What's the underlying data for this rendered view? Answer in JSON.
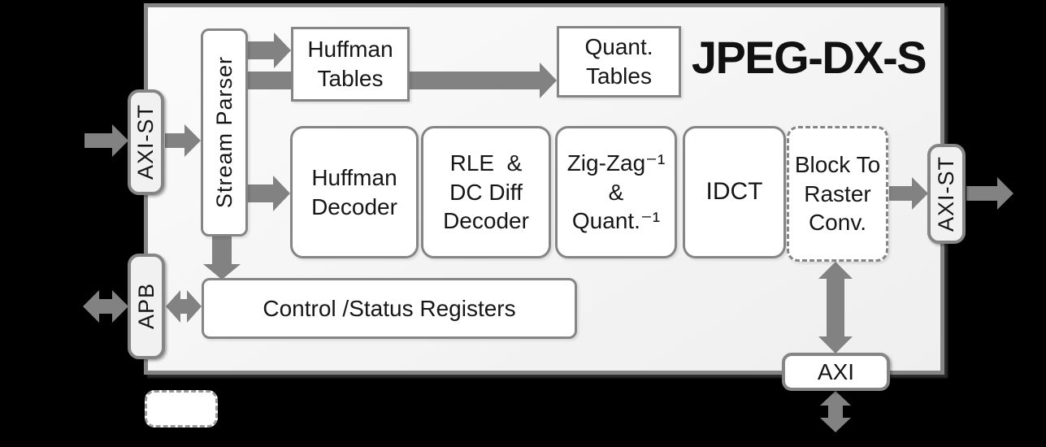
{
  "diagram": {
    "title": "JPEG-DX-S",
    "ports": {
      "axi_st_in": {
        "label": "AXI-ST"
      },
      "apb": {
        "label": "APB"
      },
      "axi_st_out": {
        "label": "AXI-ST"
      },
      "axi_mem": {
        "label": "AXI"
      }
    },
    "blocks": {
      "stream_parser": {
        "label": "Stream Parser"
      },
      "huffman_tables": {
        "label": "Huffman\nTables"
      },
      "quant_tables": {
        "label": "Quant.\nTables"
      },
      "huffman_decoder": {
        "label": "Huffman\nDecoder"
      },
      "rle_dc_diff_decoder": {
        "label": "RLE  &\nDC Diff\nDecoder"
      },
      "inverse_zigzag_quant": {
        "label": "Zig-Zag⁻¹\n&\nQuant.⁻¹"
      },
      "idct": {
        "label": "IDCT"
      },
      "block_to_raster_conv": {
        "label": "Block To\nRaster\nConv."
      },
      "control_status_registers": {
        "label": "Control /Status Registers"
      }
    },
    "colors": {
      "background": "#000000",
      "chip_fill": "#f4f4f4",
      "box_fill": "#ffffff",
      "port_fill": "#f1f1f1",
      "outline_gray": "#858585",
      "arrow_gray": "#828282",
      "text": "#161616"
    }
  }
}
